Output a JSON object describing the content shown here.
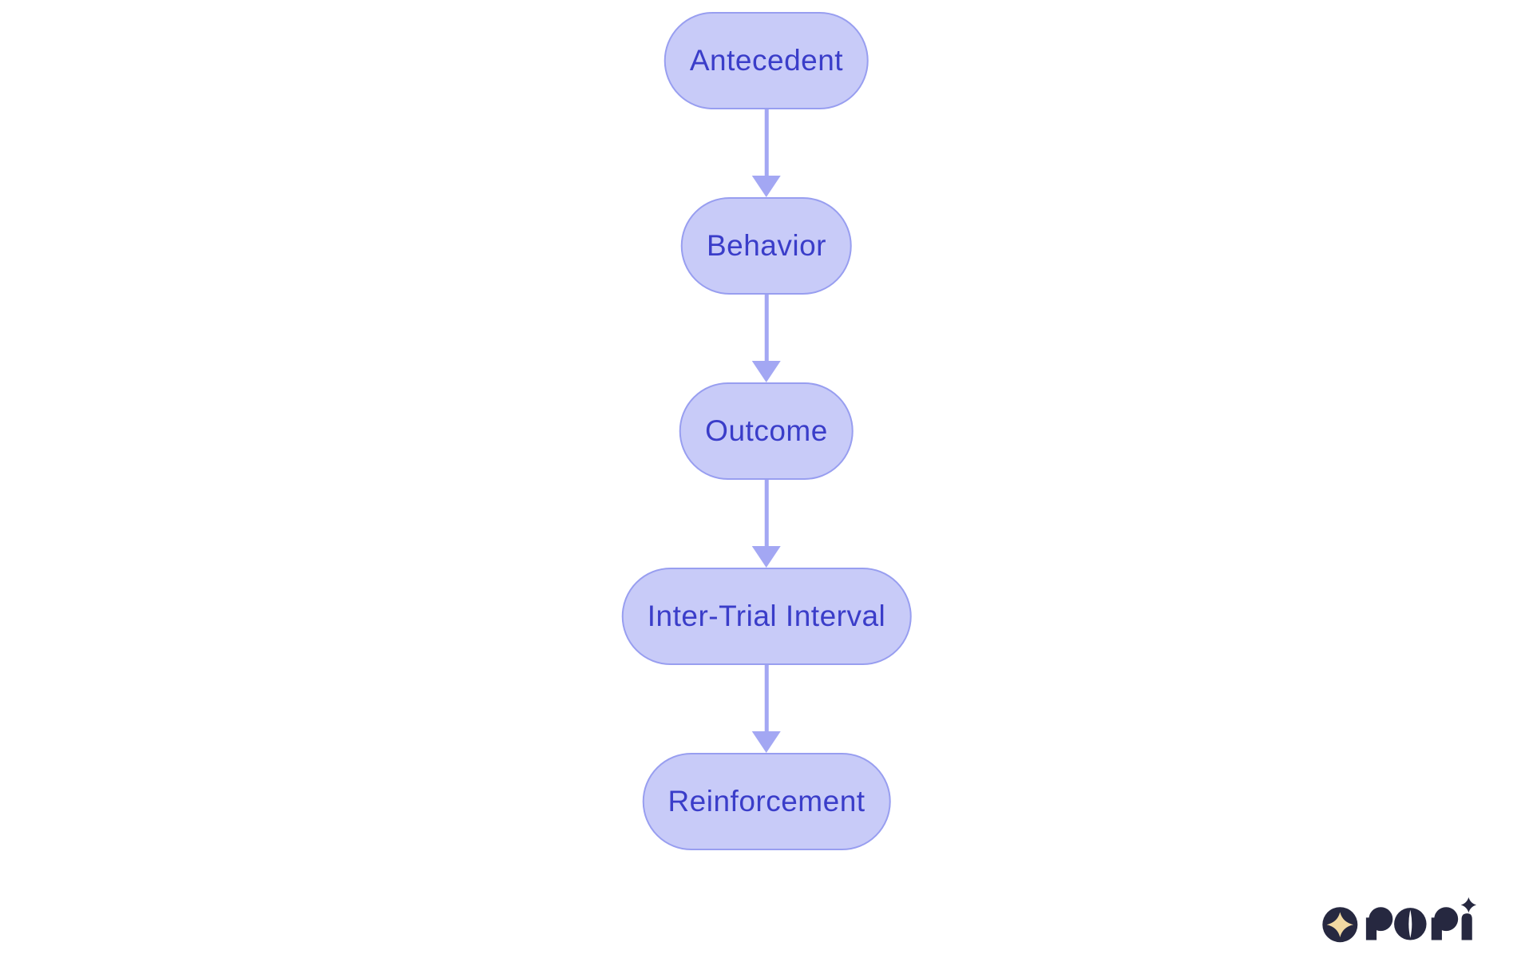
{
  "diagram": {
    "type": "flowchart",
    "direction": "top-down",
    "nodes": [
      {
        "id": "antecedent",
        "label": "Antecedent"
      },
      {
        "id": "behavior",
        "label": "Behavior"
      },
      {
        "id": "outcome",
        "label": "Outcome"
      },
      {
        "id": "inter-trial-interval",
        "label": "Inter-Trial Interval"
      },
      {
        "id": "reinforcement",
        "label": "Reinforcement"
      }
    ],
    "edges": [
      {
        "from": "antecedent",
        "to": "behavior"
      },
      {
        "from": "behavior",
        "to": "outcome"
      },
      {
        "from": "outcome",
        "to": "inter-trial-interval"
      },
      {
        "from": "inter-trial-interval",
        "to": "reinforcement"
      }
    ],
    "colors": {
      "background": "#ffffff",
      "node_fill": "#c8cbf8",
      "node_border": "#989ef0",
      "node_text": "#3a3dc9",
      "arrow": "#a3a7f3"
    }
  },
  "logo": {
    "brand": "rori",
    "icon": "sparkle-circle-icon",
    "colors": {
      "logo_navy": "#262840",
      "logo_cream": "#f2d9a2"
    }
  }
}
